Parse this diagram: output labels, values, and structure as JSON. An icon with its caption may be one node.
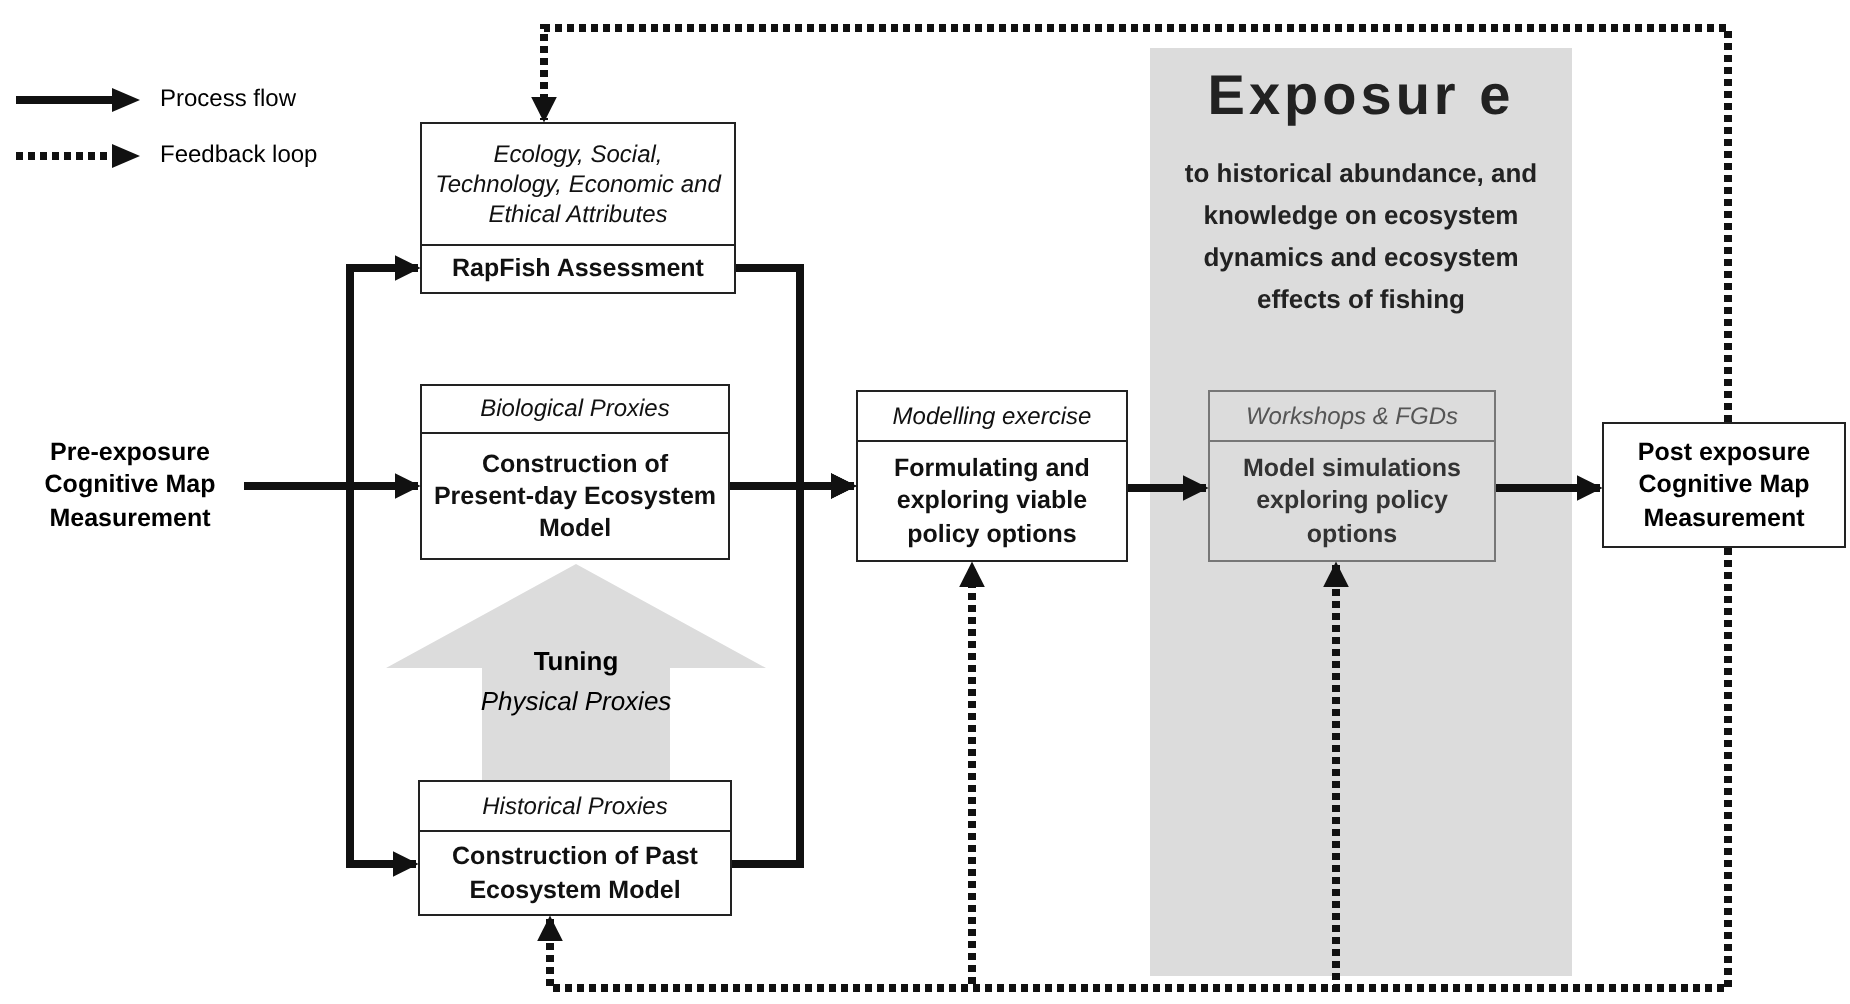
{
  "diagram": {
    "nodes": [
      {
        "text": [
          "Pre-exposure Cognitive Map Measurement"
        ]
      },
      {
        "text": [
          "Ecology, Social, Technology, Economic and Ethical Attributes",
          "RapFish Assessment"
        ]
      },
      {
        "text": [
          "Biological Proxies",
          "Construction of Present-day Ecosystem Model"
        ]
      },
      {
        "text": [
          "Tuning",
          "Physical Proxies"
        ]
      },
      {
        "text": [
          "Historical Proxies",
          "Construction of Past Ecosystem Model"
        ]
      },
      {
        "text": [
          "Modelling exercise",
          "Formulating and exploring viable policy options"
        ]
      },
      {
        "text": [
          "Exposur e",
          "to historical abundance, and knowledge on ecosystem dynamics and ecosystem effects of fishing"
        ]
      },
      {
        "text": [
          "Workshops & FGDs",
          "Model simulations exploring policy options"
        ],
        "in": 6
      },
      {
        "text": [
          "Post exposure Cognitive Map Measurement"
        ]
      }
    ],
    "edges": [
      {
        "from": 0,
        "to": 1,
        "arrow": "to"
      },
      {
        "from": 0,
        "to": 2,
        "arrow": "to"
      },
      {
        "from": 0,
        "to": 4,
        "arrow": "to"
      },
      {
        "from": 1,
        "to": 5,
        "arrow": "to"
      },
      {
        "from": 2,
        "to": 5,
        "arrow": "to"
      },
      {
        "from": 4,
        "to": 5,
        "arrow": "to"
      },
      {
        "from": 5,
        "to": 7,
        "arrow": "to"
      },
      {
        "from": 7,
        "to": 8,
        "arrow": "to"
      },
      {
        "from": 8,
        "to": 1,
        "arrow": "to",
        "style": "dashed"
      },
      {
        "from": 8,
        "to": 4,
        "arrow": "to",
        "style": "dashed"
      },
      {
        "from": 8,
        "to": 5,
        "arrow": "to",
        "style": "dashed"
      },
      {
        "from": 8,
        "to": 7,
        "arrow": "to",
        "style": "dashed"
      }
    ],
    "legend": [
      {
        "text": "Process flow"
      },
      {
        "text": "Feedback loop"
      }
    ]
  }
}
